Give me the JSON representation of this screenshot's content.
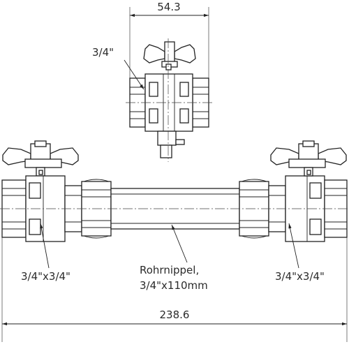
{
  "dimensions": {
    "top_width": "54.3",
    "overall_length": "238.6"
  },
  "labels": {
    "top_valve_thread": "3/4\"",
    "left_valve_thread": "3/4\"x3/4\"",
    "right_valve_thread": "3/4\"x3/4\"",
    "nipple_line1": "Rohrnippel,",
    "nipple_line2": "3/4\"x110mm"
  }
}
